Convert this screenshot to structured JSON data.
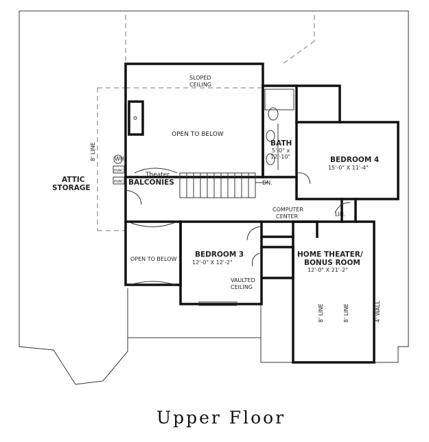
{
  "title": "Upper Floor",
  "rooms": {
    "open_to_below_top": "OPEN TO BELOW",
    "sloped_ceiling_1": "SLOPED",
    "sloped_ceiling_2": "CEILING",
    "bath_name": "BATH",
    "bath_dim_1": "5'-0\" x",
    "bath_dim_2": "12'-10\"",
    "bedroom4_name": "BEDROOM 4",
    "bedroom4_dim": "15'-0\" X 11'-4\"",
    "attic_1": "ATTIC",
    "attic_2": "STORAGE",
    "line_8_left": "8' LINE",
    "theater": "Theater",
    "balconies": "BALCONIES",
    "dn": "DN.",
    "computer_1": "COMPUTER",
    "computer_2": "CENTER",
    "lin": "LIN.",
    "bedroom3_name": "BEDROOM 3",
    "bedroom3_dim": "12'-0\" X 12'-2\"",
    "vaulted_1": "VAULTED",
    "vaulted_2": "CEILING",
    "open_to_below_left": "OPEN TO BELOW",
    "home_theater_1": "HOME THEATER/",
    "home_theater_2": "BONUS ROOM",
    "home_theater_dim": "12'-0\" X 21'-2\"",
    "line_8_a": "8' LINE",
    "line_8_b": "8' LINE",
    "wall_4": "4' WALL",
    "wh": "WH",
    "hvac_1": "HVAC",
    "hvac_2": "HVAC"
  }
}
